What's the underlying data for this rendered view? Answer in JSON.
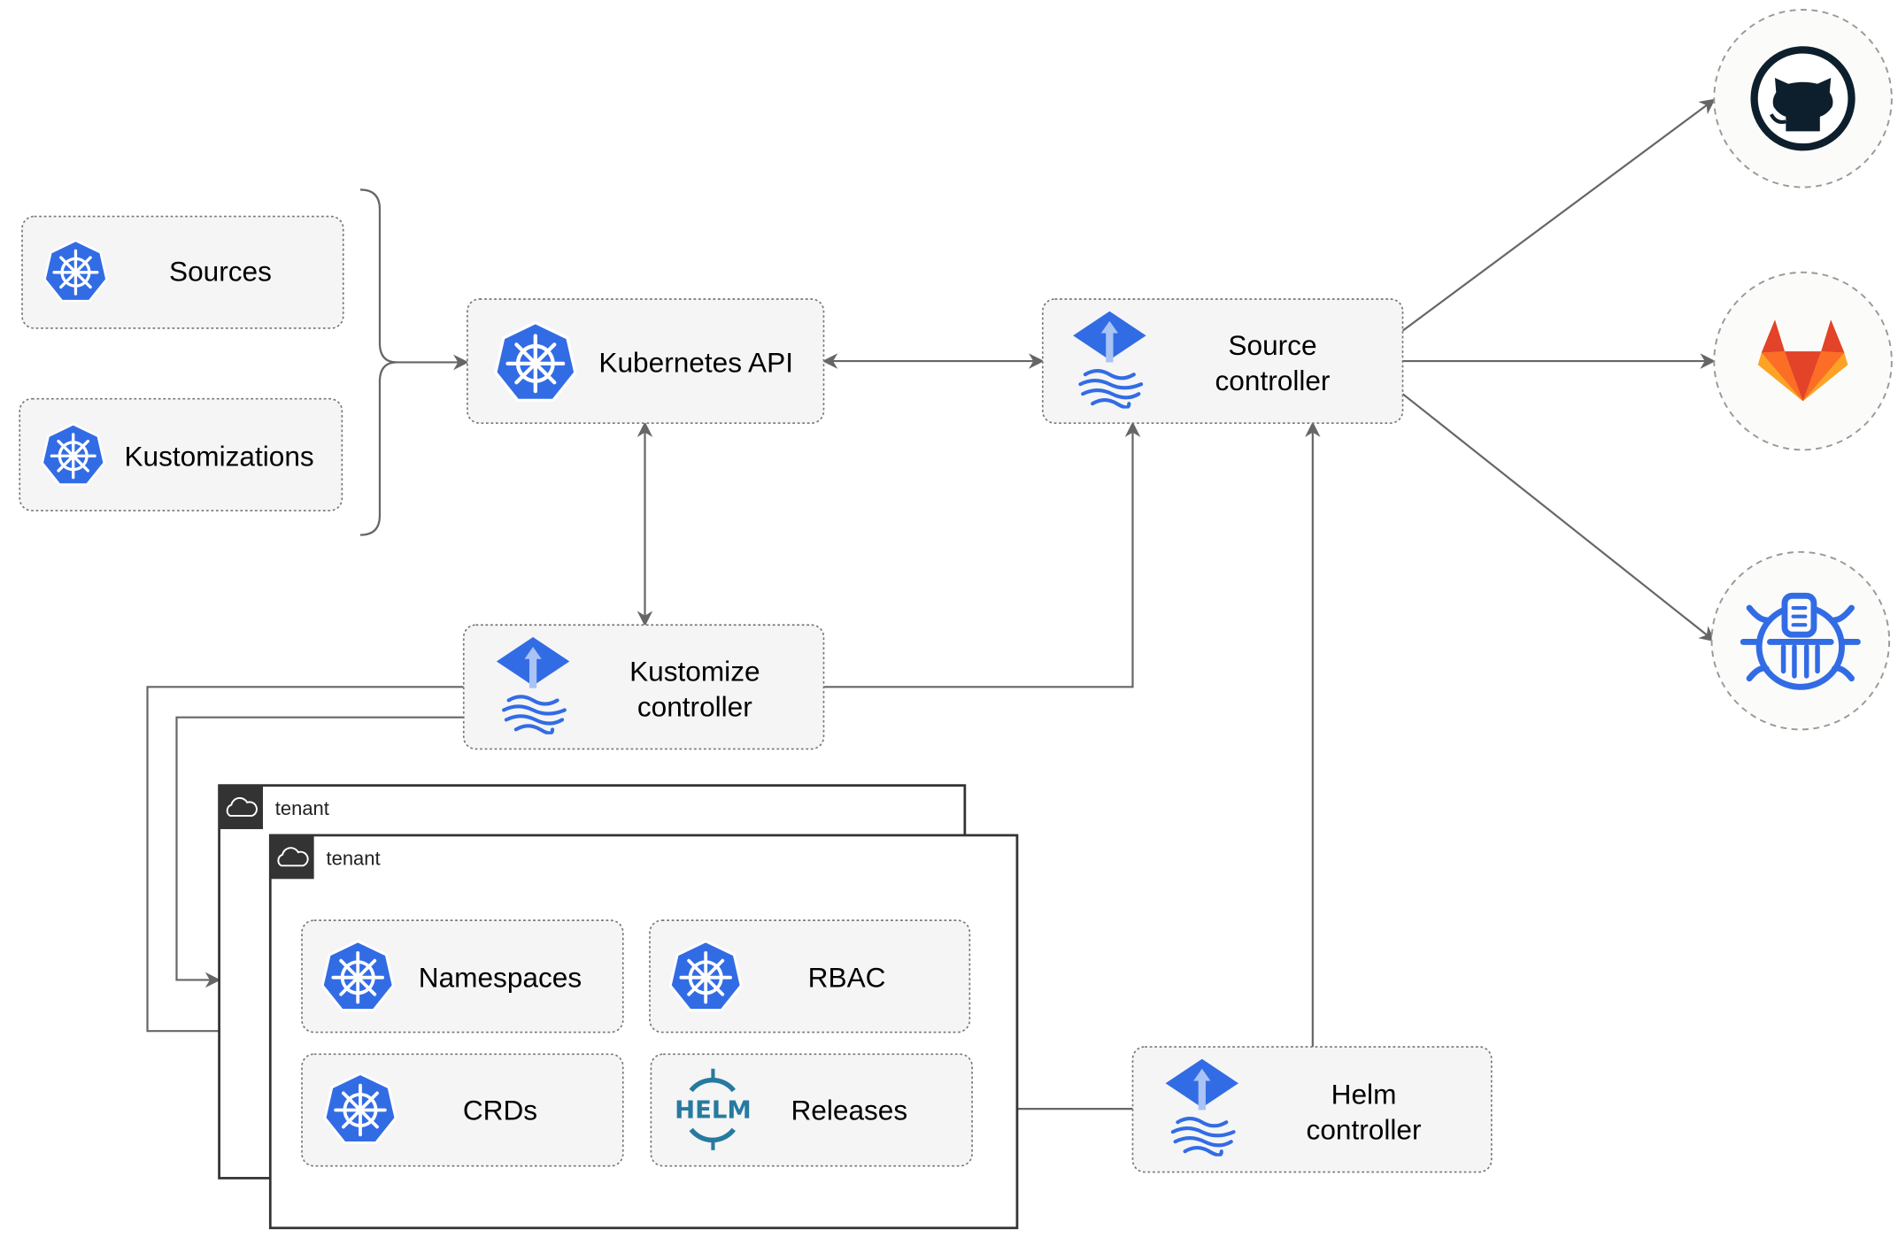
{
  "nodes": {
    "sources": "Sources",
    "kustomizations": "Kustomizations",
    "kubernetes_api": "Kubernetes API",
    "source_controller": [
      "Source",
      "controller"
    ],
    "kustomize_controller": [
      "Kustomize",
      "controller"
    ],
    "helm_controller": [
      "Helm",
      "controller"
    ],
    "namespaces": "Namespaces",
    "rbac": "RBAC",
    "crds": "CRDs",
    "releases": "Releases"
  },
  "tenants": [
    {
      "label": "tenant",
      "icon": "cloud-icon"
    },
    {
      "label": "tenant",
      "icon": "cloud-icon"
    }
  ],
  "external_sources": [
    {
      "icon": "github-icon"
    },
    {
      "icon": "gitlab-icon"
    },
    {
      "icon": "bucket-icon"
    }
  ],
  "helm_logo_text": "HELM",
  "colors": {
    "kubernetes_blue": "#326ce5",
    "helm_teal": "#277a9f",
    "gitlab_orange": "#e24329",
    "gitlab_light": "#fca326",
    "edge": "#666666"
  }
}
